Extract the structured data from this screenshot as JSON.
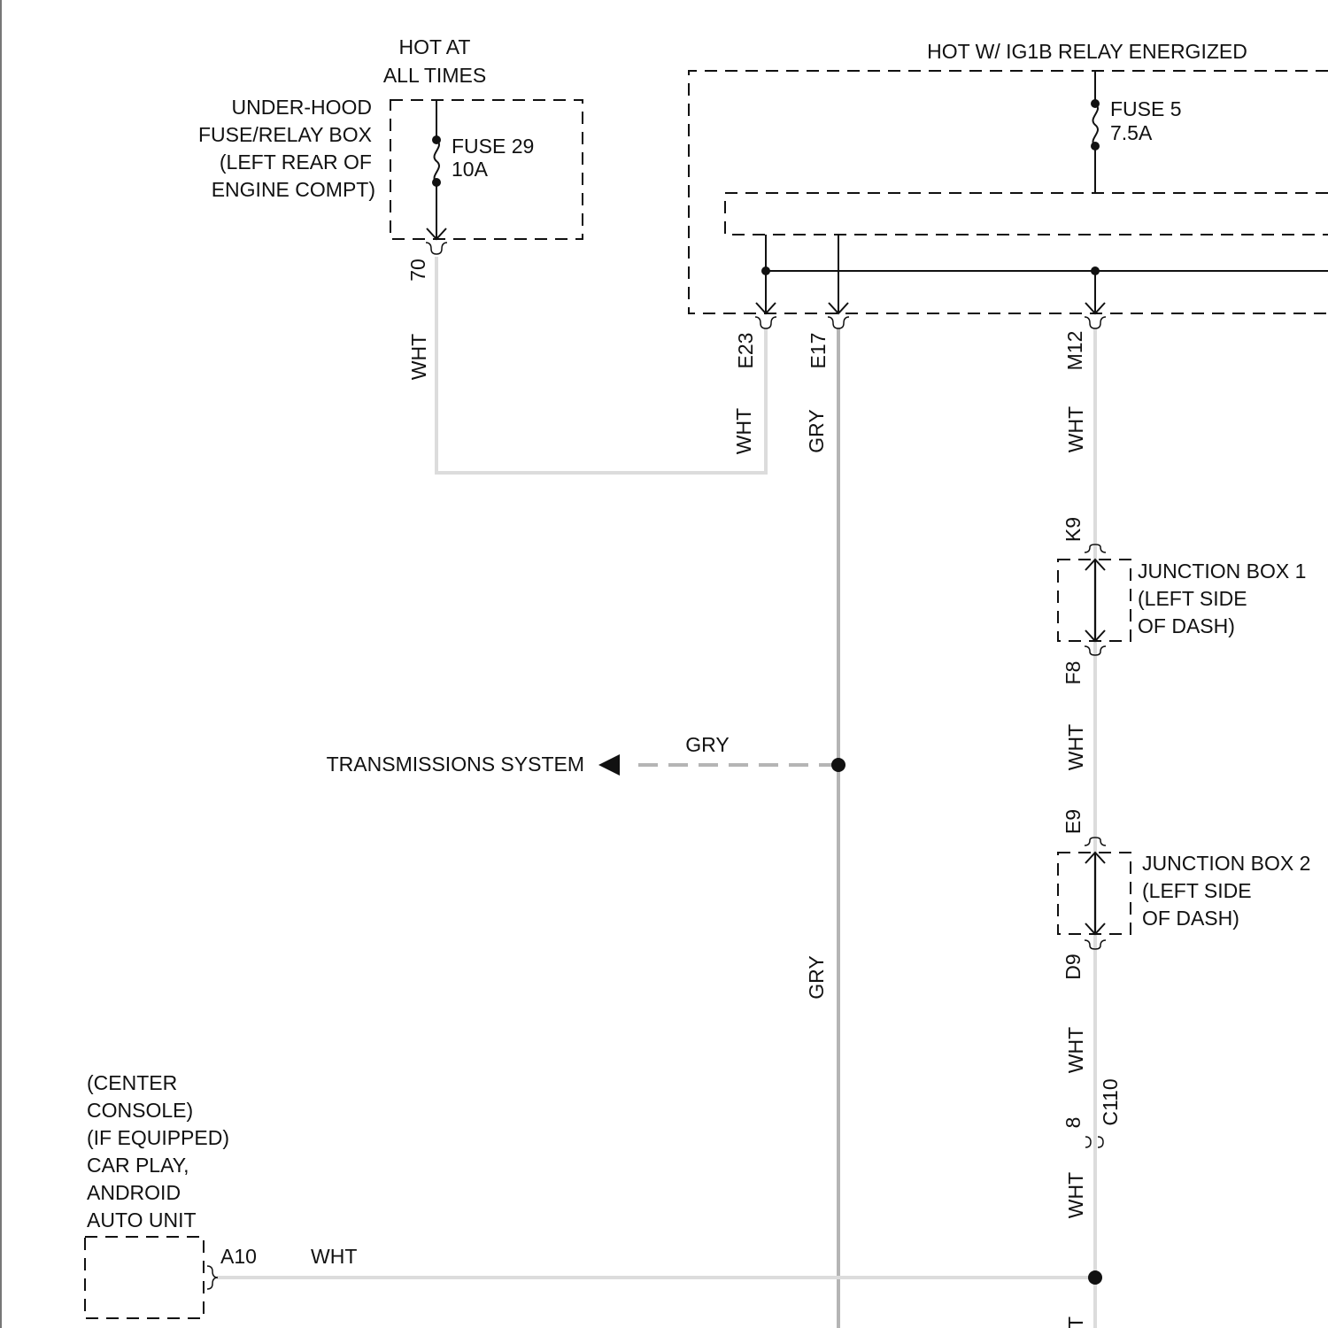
{
  "colors": {
    "wht_wire": "#dcdcdc",
    "gry_wire": "#b5b5b5",
    "line": "#111111",
    "background": "#ffffff"
  },
  "power": {
    "hot_at_all_times_line1": "HOT AT",
    "hot_at_all_times_line2": "ALL TIMES",
    "hot_ig1b": "HOT W/ IG1B RELAY ENERGIZED"
  },
  "underhood": {
    "label_lines": [
      "UNDER-HOOD",
      "FUSE/RELAY BOX",
      "(LEFT REAR OF",
      "ENGINE COMPT)"
    ],
    "fuse_name": "FUSE 29",
    "fuse_rating": "10A",
    "terminal": "70",
    "wire_color": "WHT"
  },
  "ig1b_box": {
    "fuse_name": "FUSE 5",
    "fuse_rating": "7.5A",
    "terminals": {
      "e23": "E23",
      "e17": "E17",
      "m12": "M12"
    },
    "wire_colors": {
      "e23": "WHT",
      "e17": "GRY",
      "m12": "WHT"
    }
  },
  "junction_box_1": {
    "label_lines": [
      "JUNCTION BOX 1",
      "(LEFT SIDE",
      "OF DASH)"
    ],
    "terminal_in": "K9",
    "terminal_out": "F8",
    "wire_color_out": "WHT"
  },
  "junction_box_2": {
    "label_lines": [
      "JUNCTION BOX 2",
      "(LEFT SIDE",
      "OF DASH)"
    ],
    "terminal_in": "E9",
    "terminal_out": "D9",
    "wire_color_out": "WHT"
  },
  "connector_c110": {
    "name": "C110",
    "pin": "8",
    "wire_color_out": "WHT",
    "partial_label": "T"
  },
  "transmission": {
    "label": "TRANSMISSIONS SYSTEM",
    "wire_color": "GRY"
  },
  "gry_main_wire_label": "GRY",
  "center_console": {
    "label_lines": [
      "(CENTER",
      "CONSOLE)",
      "(IF EQUIPPED)",
      "CAR PLAY,",
      "ANDROID",
      "AUTO UNIT"
    ],
    "terminal": "A10",
    "wire_color": "WHT"
  }
}
